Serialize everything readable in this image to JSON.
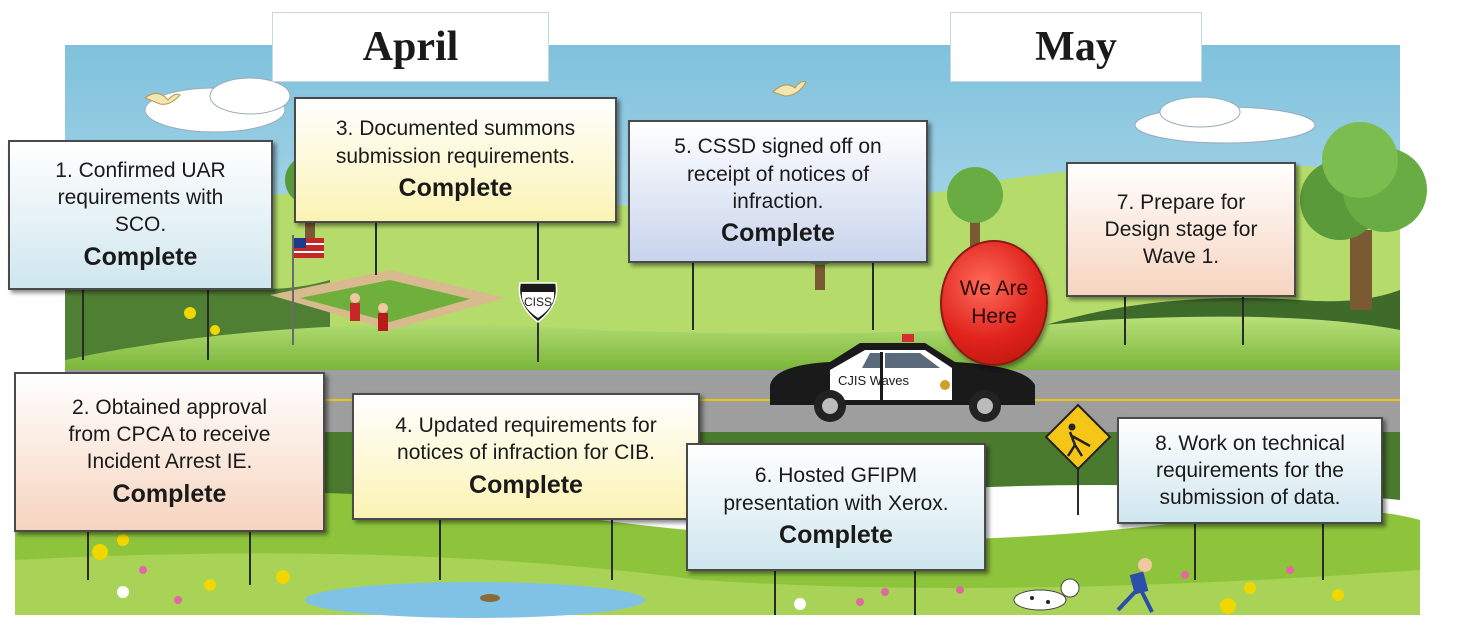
{
  "months": [
    "April",
    "May"
  ],
  "cards": [
    {
      "lines": [
        "1. Confirmed UAR",
        "requirements with",
        "SCO."
      ],
      "status": "Complete"
    },
    {
      "lines": [
        "2. Obtained approval",
        "from CPCA to receive",
        "Incident Arrest IE."
      ],
      "status": "Complete"
    },
    {
      "lines": [
        "3. Documented summons",
        "submission requirements."
      ],
      "status": "Complete"
    },
    {
      "lines": [
        "4. Updated requirements for",
        "notices of infraction for CIB."
      ],
      "status": "Complete"
    },
    {
      "lines": [
        "5. CSSD signed off on",
        "receipt of notices of",
        "infraction."
      ],
      "status": "Complete"
    },
    {
      "lines": [
        "6. Hosted GFIPM",
        "presentation with Xerox."
      ],
      "status": "Complete"
    },
    {
      "lines": [
        "7. Prepare for",
        "Design stage for",
        "Wave 1."
      ],
      "status": ""
    },
    {
      "lines": [
        "8. Work on technical",
        "requirements for the",
        "submission of data."
      ],
      "status": ""
    }
  ],
  "marker": {
    "lines": [
      "We Are",
      "Here"
    ]
  },
  "signs": {
    "shield": "CISS",
    "car": "CJIS Waves"
  },
  "colors": {
    "sky": "#8fcbe0",
    "grass": "#8fc63f",
    "road": "#9e9e9e",
    "marker": "#e0231c"
  }
}
